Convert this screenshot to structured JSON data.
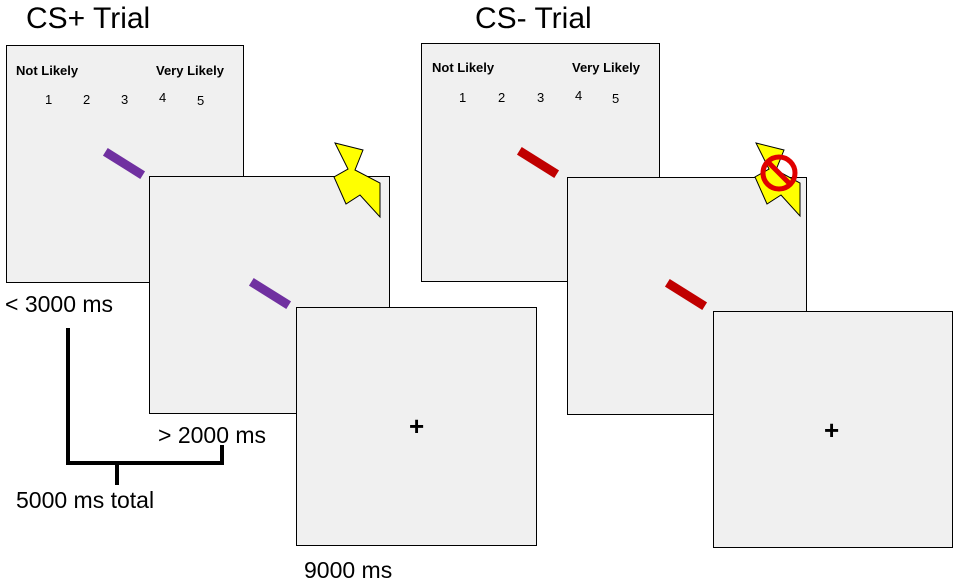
{
  "cs_plus": {
    "title": "CS+ Trial",
    "rating_screen": {
      "left_anchor": "Not Likely",
      "right_anchor": "Very Likely",
      "scale": [
        "1",
        "2",
        "3",
        "4",
        "5"
      ]
    },
    "cue_color": "#7030a0",
    "outcome_icon": "lightning-bolt-icon",
    "rating_duration": "< 3000 ms",
    "outcome_duration": "> 2000 ms",
    "total_duration": "5000 ms total",
    "iti_symbol": "+",
    "iti_duration": "9000 ms"
  },
  "cs_minus": {
    "title": "CS- Trial",
    "rating_screen": {
      "left_anchor": "Not Likely",
      "right_anchor": "Very Likely",
      "scale": [
        "1",
        "2",
        "3",
        "4",
        "5"
      ]
    },
    "cue_color": "#c00000",
    "outcome_icon": "no-shock-icon",
    "iti_symbol": "+"
  },
  "colors": {
    "panel_fill": "#f0f0f0",
    "bolt_yellow": "#ffff00",
    "prohibit_red": "#e00000"
  }
}
